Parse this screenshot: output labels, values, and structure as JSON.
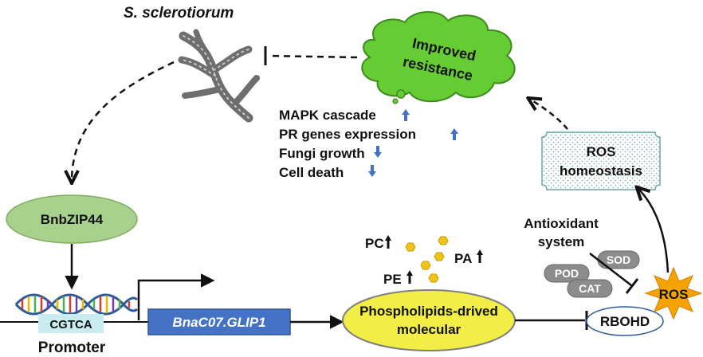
{
  "title": "S. sclerotiorum",
  "cloud": {
    "line1": "Improved",
    "line2": "resistance"
  },
  "effects": [
    {
      "text": "MAPK cascade",
      "arrow": "up"
    },
    {
      "text": "PR genes expression",
      "arrow": "up"
    },
    {
      "text": "Fungi growth",
      "arrow": "down"
    },
    {
      "text": "Cell death",
      "arrow": "down"
    }
  ],
  "ros_box": {
    "line1": "ROS",
    "line2": "homeostasis"
  },
  "tf": "BnbZIP44",
  "motif": "CGTCA",
  "promoter": "Promoter",
  "gene": "BnaC07.GLIP1",
  "lipids": {
    "line1": "Phospholipids-drived",
    "line2": "molecular"
  },
  "lipid_labels": {
    "pc": "PC",
    "pe": "PE",
    "pa": "PA"
  },
  "antioxidant": {
    "line1": "Antioxidant",
    "line2": "system"
  },
  "enzymes": [
    "SOD",
    "POD",
    "CAT"
  ],
  "rbohd": "RBOHD",
  "ros": "ROS",
  "colors": {
    "cloud": "#66cc33",
    "tf": "#a9d18e",
    "gene": "#4472c4",
    "lipid": "#f2ee45",
    "enzyme": "#8c8c8c",
    "ros_star": "#f5a300",
    "up_arrow": "#4472c4",
    "down_arrow": "#4472c4"
  }
}
